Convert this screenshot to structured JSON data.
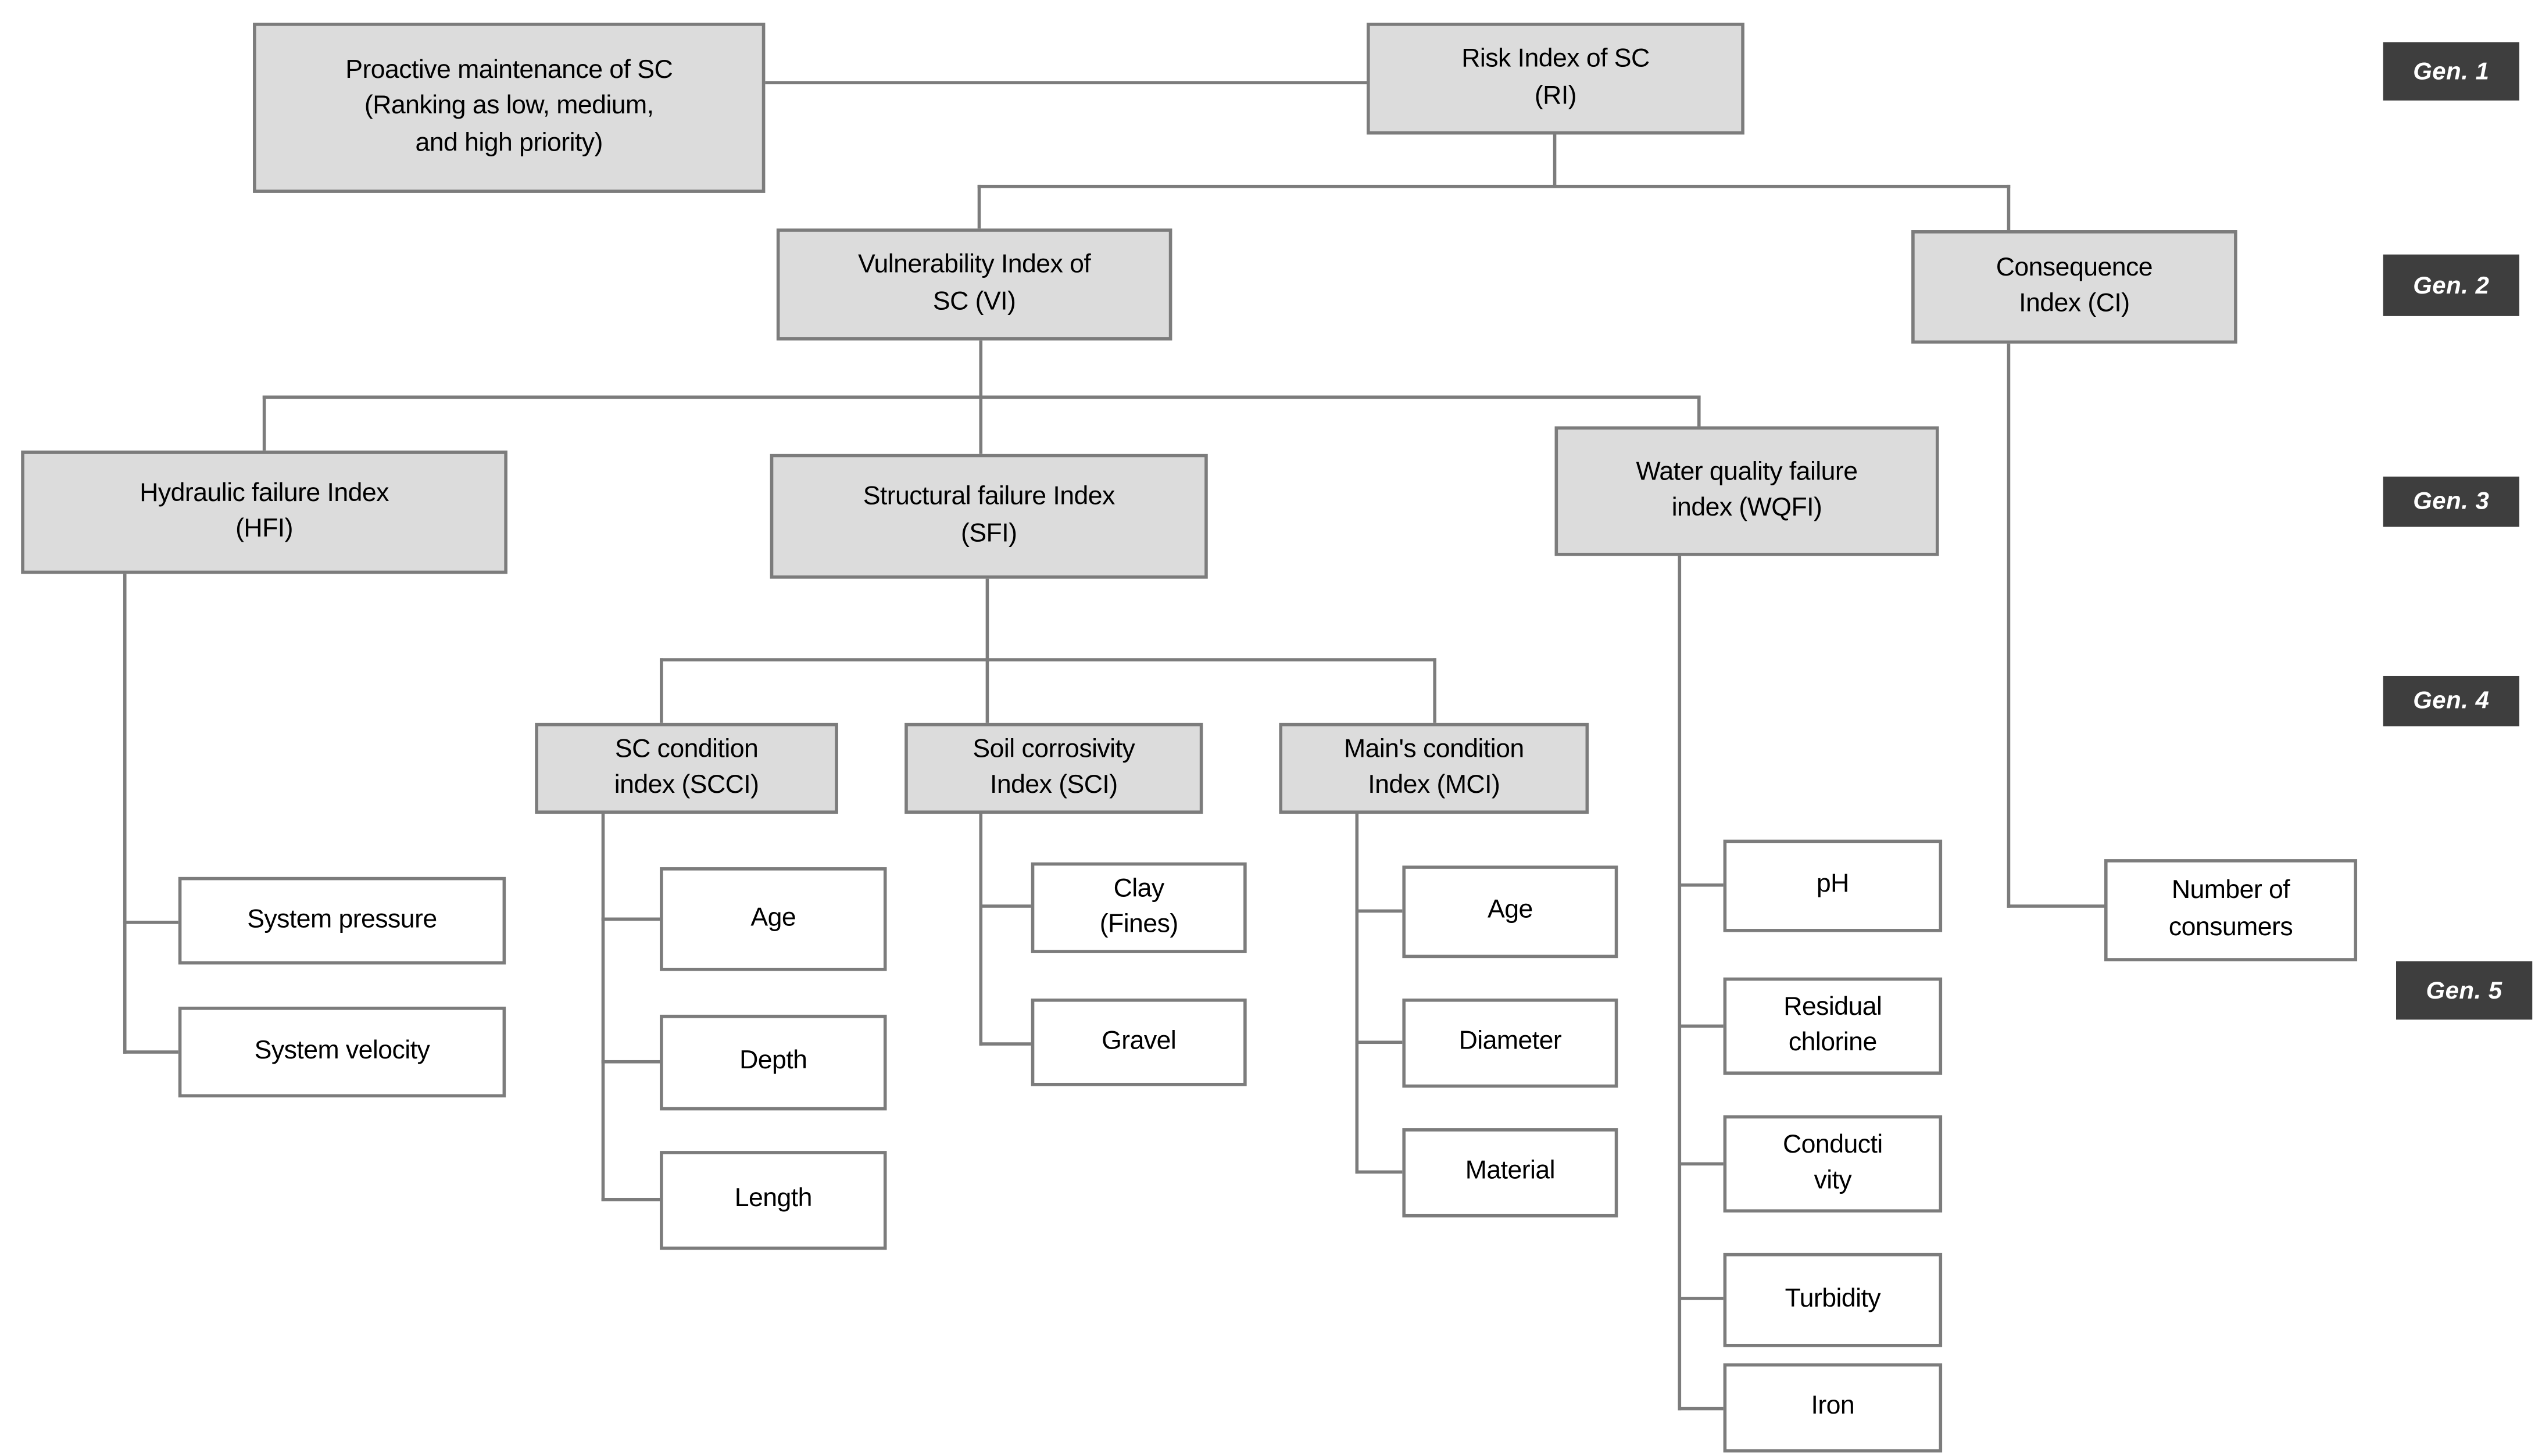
{
  "diagram": {
    "nodes": {
      "proactive": {
        "label": "Proactive maintenance of SC\n(Ranking as low, medium,\nand high priority)"
      },
      "ri": {
        "label": "Risk Index of SC\n(RI)"
      },
      "vi": {
        "label": "Vulnerability Index of\nSC (VI)"
      },
      "ci": {
        "label": "Consequence\nIndex (CI)"
      },
      "hfi": {
        "label": "Hydraulic failure Index\n(HFI)"
      },
      "sfi": {
        "label": "Structural failure Index\n(SFI)"
      },
      "wqfi": {
        "label": "Water quality failure\nindex (WQFI)"
      },
      "scci": {
        "label": "SC condition\nindex (SCCI)"
      },
      "sci": {
        "label": "Soil corrosivity\nIndex (SCI)"
      },
      "mci": {
        "label": "Main's condition\nIndex (MCI)"
      },
      "system_pressure": {
        "label": "System pressure"
      },
      "system_velocity": {
        "label": "System velocity"
      },
      "scci_age": {
        "label": "Age"
      },
      "depth": {
        "label": "Depth"
      },
      "length": {
        "label": "Length"
      },
      "clay": {
        "label": "Clay\n(Fines)"
      },
      "gravel": {
        "label": "Gravel"
      },
      "mci_age": {
        "label": "Age"
      },
      "diameter": {
        "label": "Diameter"
      },
      "material": {
        "label": "Material"
      },
      "ph": {
        "label": "pH"
      },
      "residual_chlorine": {
        "label": "Residual\nchlorine"
      },
      "conductivity": {
        "label": "Conducti\nvity"
      },
      "turbidity": {
        "label": "Turbidity"
      },
      "iron": {
        "label": "Iron"
      },
      "consumers": {
        "label": "Number of\nconsumers"
      }
    },
    "generation_labels": [
      "Gen. 1",
      "Gen. 2",
      "Gen. 3",
      "Gen. 4",
      "Gen. 5"
    ],
    "edges": [
      {
        "from": "ri",
        "to": "proactive"
      },
      {
        "from": "ri",
        "to": "vi"
      },
      {
        "from": "ri",
        "to": "ci"
      },
      {
        "from": "vi",
        "to": "hfi"
      },
      {
        "from": "vi",
        "to": "sfi"
      },
      {
        "from": "vi",
        "to": "wqfi"
      },
      {
        "from": "ci",
        "to": "consumers"
      },
      {
        "from": "hfi",
        "to": "system_pressure"
      },
      {
        "from": "hfi",
        "to": "system_velocity"
      },
      {
        "from": "sfi",
        "to": "scci"
      },
      {
        "from": "sfi",
        "to": "sci"
      },
      {
        "from": "sfi",
        "to": "mci"
      },
      {
        "from": "scci",
        "to": "scci_age"
      },
      {
        "from": "scci",
        "to": "depth"
      },
      {
        "from": "scci",
        "to": "length"
      },
      {
        "from": "sci",
        "to": "clay"
      },
      {
        "from": "sci",
        "to": "gravel"
      },
      {
        "from": "mci",
        "to": "mci_age"
      },
      {
        "from": "mci",
        "to": "diameter"
      },
      {
        "from": "mci",
        "to": "material"
      },
      {
        "from": "wqfi",
        "to": "ph"
      },
      {
        "from": "wqfi",
        "to": "residual_chlorine"
      },
      {
        "from": "wqfi",
        "to": "conductivity"
      },
      {
        "from": "wqfi",
        "to": "turbidity"
      },
      {
        "from": "wqfi",
        "to": "iron"
      }
    ],
    "colors": {
      "parent_node_fill": "#dcdcdc",
      "leaf_node_fill": "#ffffff",
      "node_border": "#7c7c7c",
      "connector_line": "#7c7c7c",
      "generation_badge_fill": "#3e3e3e",
      "generation_badge_text": "#ffffff",
      "node_text": "#000000"
    }
  }
}
